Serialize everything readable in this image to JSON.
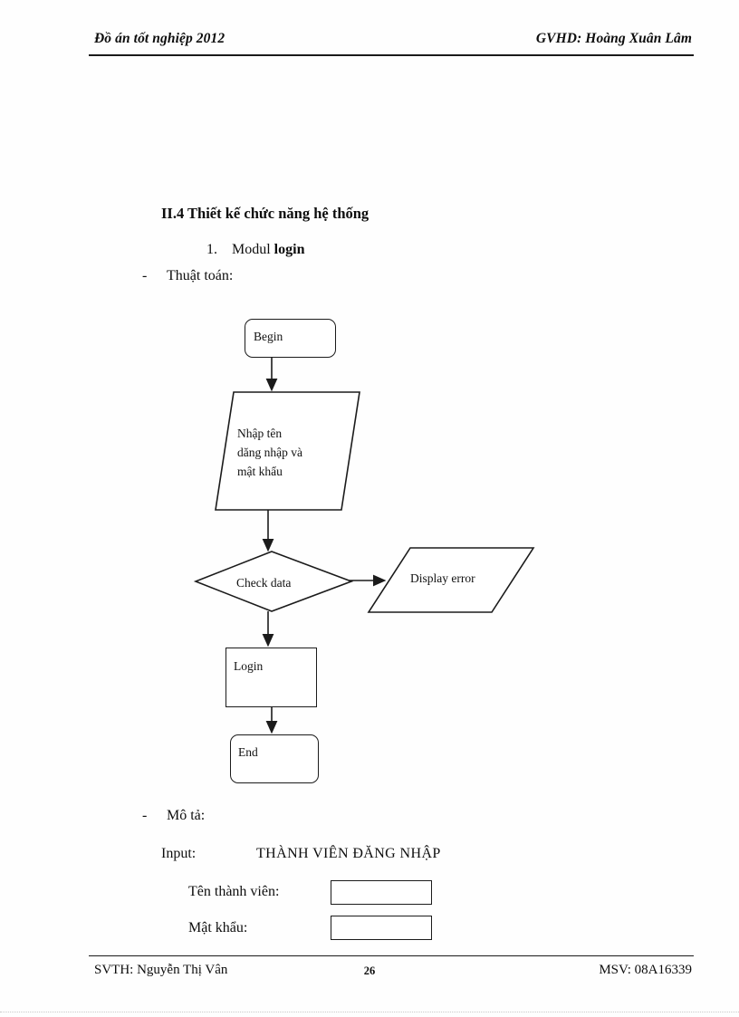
{
  "header": {
    "left": "Đồ án tốt nghiệp 2012",
    "right": "GVHD: Hoàng Xuân Lâm"
  },
  "body": {
    "section_title": "II.4 Thiết kế chức năng hệ thống",
    "sub_item_number": "1.",
    "sub_item_text": "Modul ",
    "sub_item_emphasis": "login",
    "bullet_dash": "-",
    "thuat_toan_label": "Thuật toán:",
    "mo_ta_label": "Mô tả:"
  },
  "flowchart": {
    "nodes": [
      {
        "id": "begin",
        "shape": "terminator",
        "label": "Begin"
      },
      {
        "id": "input",
        "shape": "parallelogram",
        "label": "Nhập tên\ndăng nhập và\nmật khẩu"
      },
      {
        "id": "check",
        "shape": "diamond",
        "label": "Check data"
      },
      {
        "id": "error",
        "shape": "parallelogram",
        "label": "Display  error"
      },
      {
        "id": "login",
        "shape": "process",
        "label": "Login"
      },
      {
        "id": "end",
        "shape": "terminator",
        "label": "End"
      }
    ],
    "edges": [
      {
        "from": "begin",
        "to": "input",
        "direction": "down"
      },
      {
        "from": "input",
        "to": "check",
        "direction": "down"
      },
      {
        "from": "check",
        "to": "error",
        "direction": "right"
      },
      {
        "from": "check",
        "to": "login",
        "direction": "down"
      },
      {
        "from": "login",
        "to": "end",
        "direction": "down"
      }
    ],
    "line_color": "#1b1b1b"
  },
  "description": {
    "input_label": "Input:",
    "input_value": "THÀNH VIÊN ĐĂNG NHẬP",
    "fields": [
      {
        "label": "Tên thành viên:",
        "value": ""
      },
      {
        "label": "Mật khẩu:",
        "value": ""
      }
    ]
  },
  "footer": {
    "left": "SVTH: Nguyễn Thị Vân",
    "page_number": "26",
    "right": "MSV: 08A16339"
  }
}
